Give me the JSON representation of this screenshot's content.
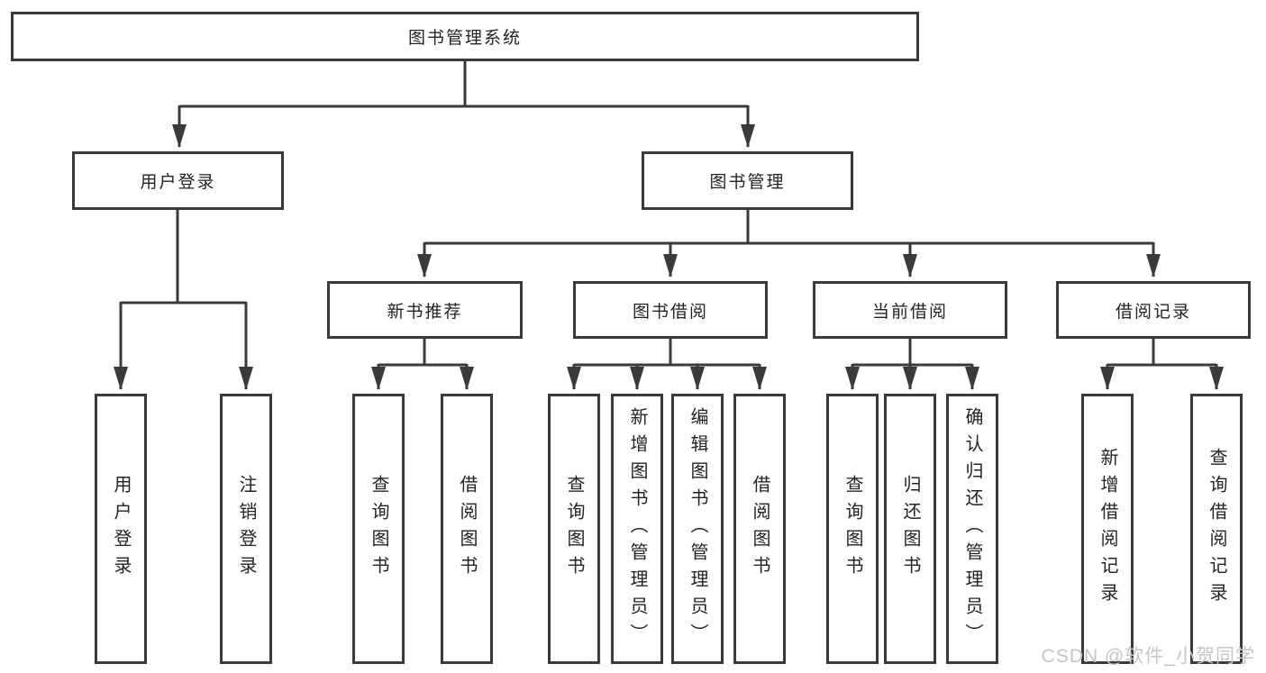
{
  "diagram": {
    "title": "图书管理系统",
    "root": "图书管理系统",
    "level2": [
      "用户登录",
      "图书管理"
    ],
    "level3": [
      "新书推荐",
      "图书借阅",
      "当前借阅",
      "借阅记录"
    ],
    "leaves": {
      "user_login": [
        "用户登录",
        "注销登录"
      ],
      "new_book_recommend": [
        "查询图书",
        "借阅图书"
      ],
      "book_borrow": [
        "查询图书",
        "新增图书（管理员）",
        "编辑图书（管理员）",
        "借阅图书"
      ],
      "current_borrow": [
        "查询图书",
        "归还图书",
        "确认归还（管理员）"
      ],
      "borrow_records": [
        "新增借阅记录",
        "查询借阅记录"
      ]
    }
  },
  "watermark": "CSDN @软件_小贺同学",
  "colors": {
    "line": "#3a3a3a",
    "box_border": "#3a3a3a",
    "text": "#232323",
    "watermark_text": "#c6c6c6",
    "background": "#ffffff"
  }
}
